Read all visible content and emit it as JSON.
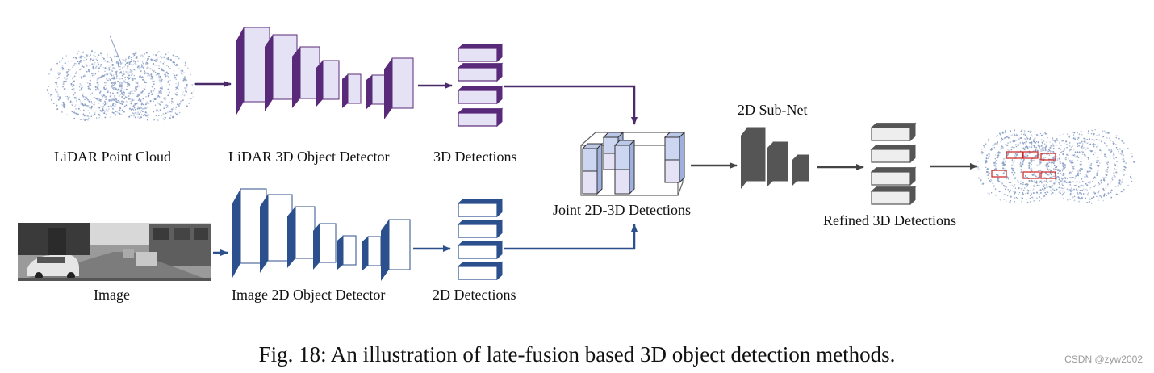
{
  "labels": {
    "lidar_point_cloud": "LiDAR Point Cloud",
    "lidar_detector": "LiDAR 3D Object Detector",
    "detections_3d": "3D Detections",
    "image": "Image",
    "image_detector": "Image 2D Object Detector",
    "detections_2d": "2D Detections",
    "joint": "Joint 2D-3D Detections",
    "subnet": "2D Sub-Net",
    "refined": "Refined 3D Detections"
  },
  "caption": "Fig. 18: An illustration of late-fusion based 3D object detection methods.",
  "watermark": "CSDN @zyw2002",
  "colors": {
    "lidar_branch": "#5a2a7a",
    "lidar_face": "#e4e2f4",
    "image_branch": "#2c4f8e",
    "subnet_gray": "#555555",
    "arrow": "#444444",
    "detection_box_red": "#cc2222"
  }
}
